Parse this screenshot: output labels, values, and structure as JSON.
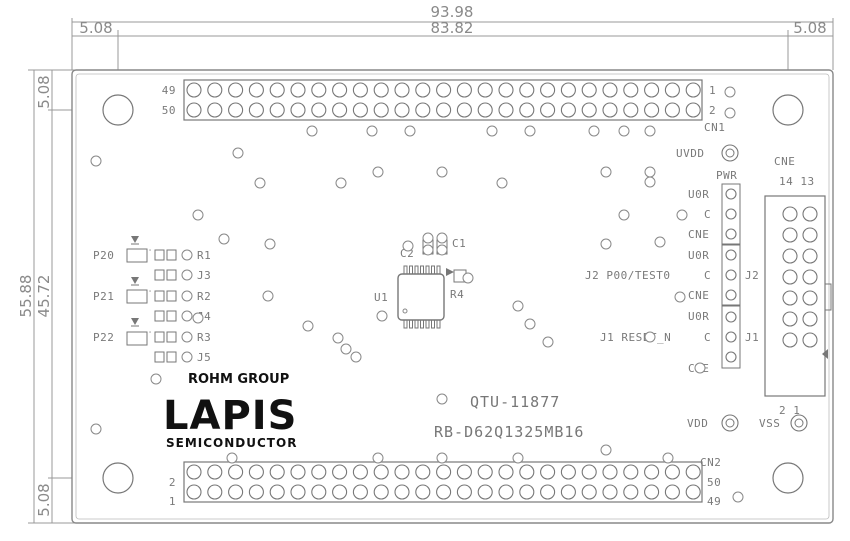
{
  "dimensions": {
    "top_total": "93.98",
    "top_inner": "83.82",
    "top_left_offset": "5.08",
    "top_right_offset": "5.08",
    "left_total": "55.88",
    "left_inner": "45.72",
    "left_top_offset": "5.08",
    "left_bottom_offset": "5.08"
  },
  "connectors": {
    "cn1": {
      "name": "CN1",
      "left_top": "49",
      "left_bottom": "50",
      "right_top": "1",
      "right_bottom": "2",
      "pins_per_row": 25
    },
    "cn2": {
      "name": "CN2",
      "left_top": "2",
      "left_bottom": "1",
      "right_top": "50",
      "right_bottom": "49",
      "pins_per_row": 25
    },
    "cne": {
      "name": "CNE",
      "pin_labels": "14 13",
      "bottom_labels": "2  1"
    }
  },
  "labels": {
    "uvdd": "UVDD",
    "pwr": "PWR",
    "u0r_1": "U0R",
    "c_1": "C",
    "cne_1": "CNE",
    "u0r_2": "U0R",
    "c_2": "C",
    "cne_2": "CNE",
    "u0r_3": "U0R",
    "c_3": "C",
    "cne_3": "CNE",
    "j2_desc": "J2 P00/TEST0",
    "j2": "J2",
    "j1_desc": "J1 RESET_N",
    "j1": "J1",
    "vdd": "VDD",
    "vss": "VSS",
    "p20": "P20",
    "p21": "P21",
    "p22": "P22",
    "r1": "R1",
    "j3": "J3",
    "r2": "R2",
    "j4": "J4",
    "r3": "R3",
    "j5": "J5",
    "c2": "C2",
    "c1": "C1",
    "u1": "U1",
    "r4": "R4"
  },
  "branding": {
    "group": "ROHM GROUP",
    "name": "LAPIS",
    "sub": "SEMICONDUCTOR"
  },
  "board_text": {
    "part_number": "QTU-11877",
    "board_name": "RB-D62Q1325MB16"
  }
}
